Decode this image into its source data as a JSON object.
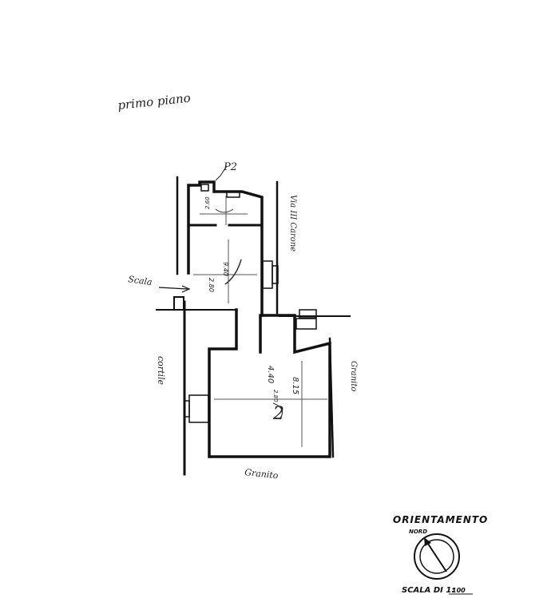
{
  "floor_label": "primo piano",
  "room_marker_1": "P2",
  "street_label": "Via III Carone",
  "stair_label": "Scala",
  "courtyard_label": "cortile",
  "right_side_label": "Granito",
  "bottom_side_label": "Granito",
  "dimensions": {
    "upper_room_height": "2.60",
    "mid_room_length": "9.40",
    "mid_room_height": "2.80",
    "lower_room_width": "4.40",
    "lower_room_length": "8.15",
    "lower_room_height": "2.80"
  },
  "room_number_2": "2",
  "orientation": {
    "title": "ORIENTAMENTO",
    "north_label": "NORD",
    "scale_label": "SCALA DI 1:",
    "scale_value": "100"
  },
  "colors": {
    "ink": "#111111",
    "pencil": "#555555"
  }
}
